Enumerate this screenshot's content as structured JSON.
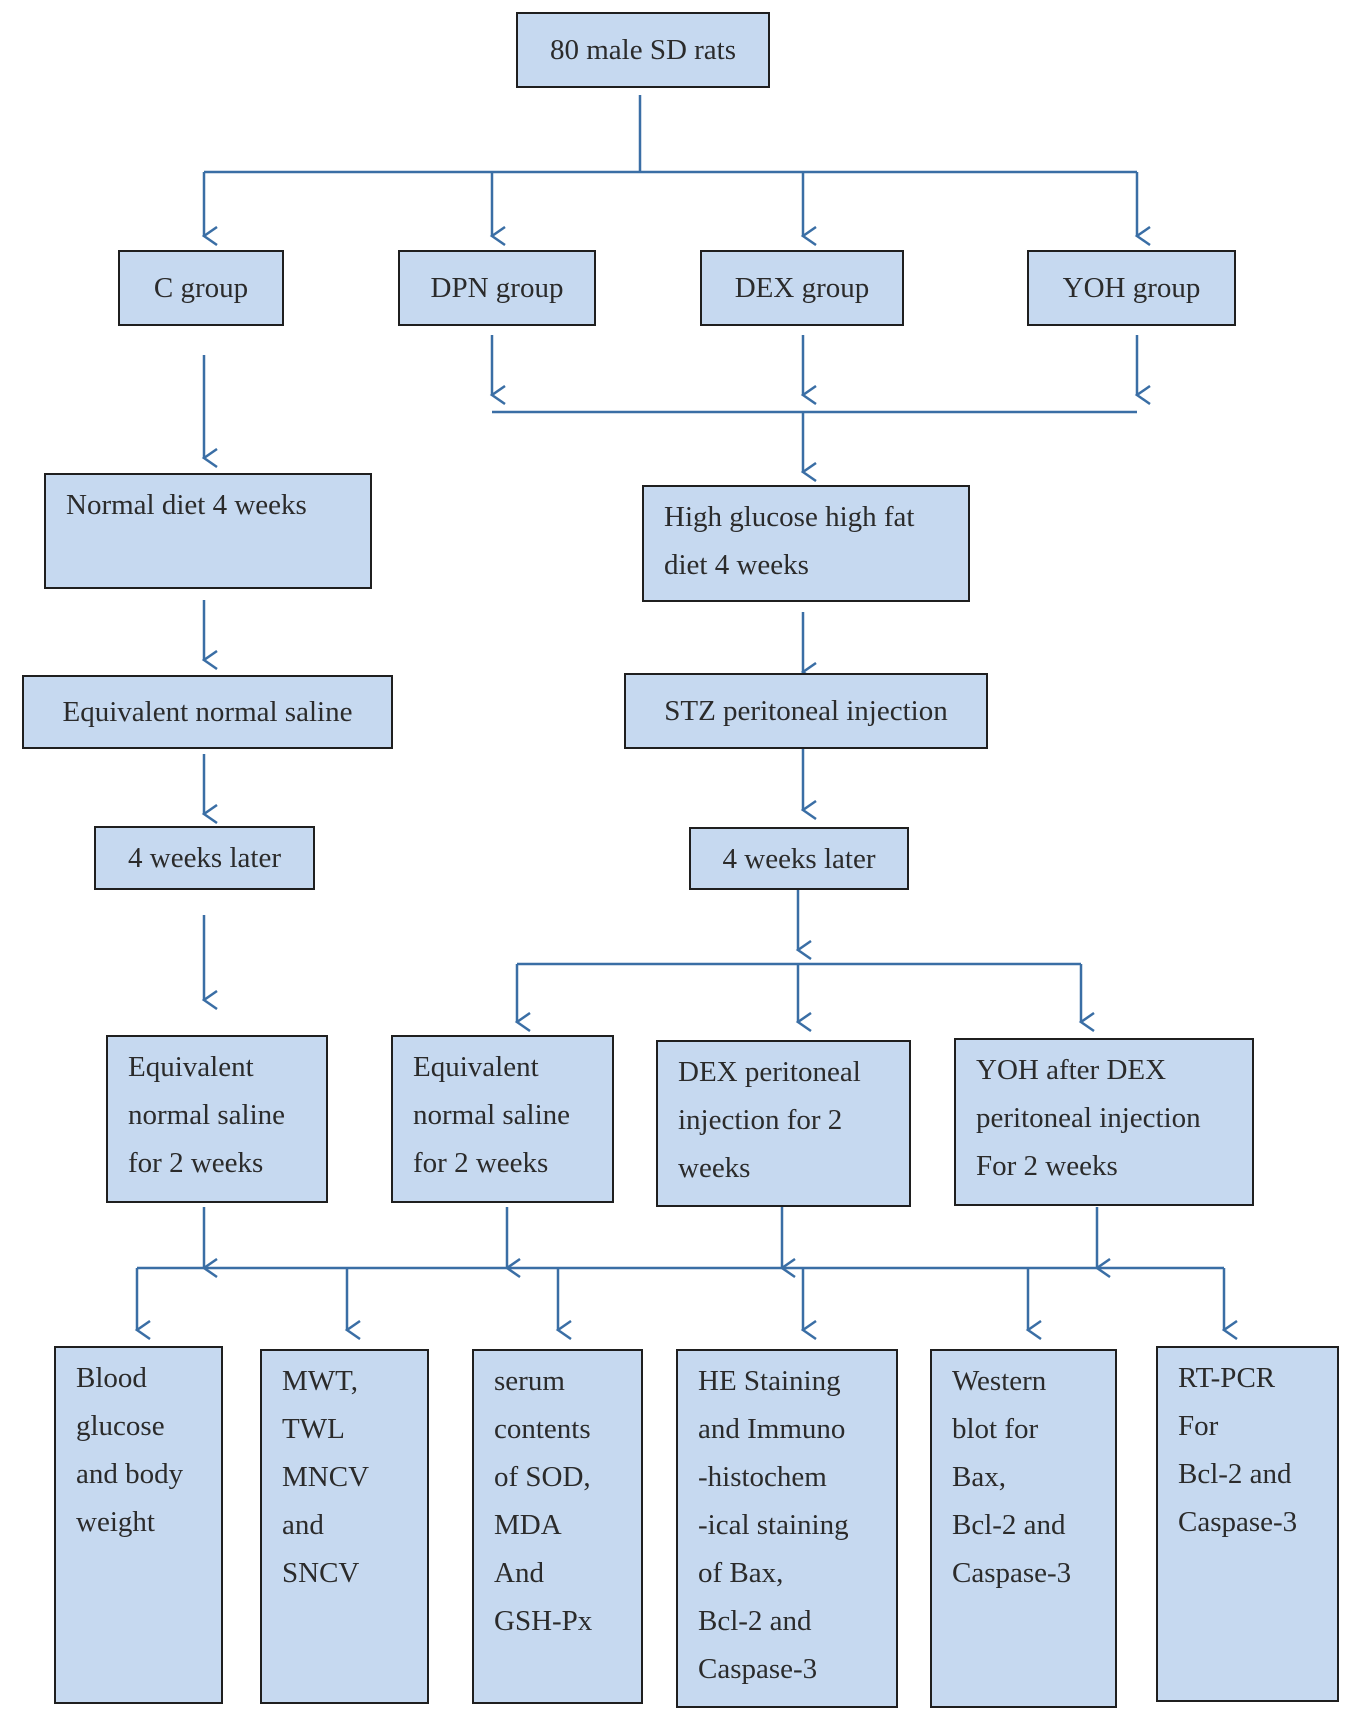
{
  "colors": {
    "box_fill": "#c6d9f0",
    "box_border": "#1f1f1f",
    "arrow": "#3a6ea5",
    "text": "#2b2b2b"
  },
  "nodes": {
    "root": "80 male SD rats",
    "groups": {
      "c": "C group",
      "dpn": "DPN group",
      "dex": "DEX group",
      "yoh": "YOH group"
    },
    "control_branch": {
      "diet": "Normal diet 4 weeks",
      "saline": "Equivalent normal saline",
      "wait": "4 weeks later",
      "treatment": "Equivalent\nnormal saline\nfor 2 weeks"
    },
    "model_branch": {
      "diet": "High glucose high fat\ndiet 4 weeks",
      "injection": "STZ peritoneal injection",
      "wait": "4 weeks later",
      "dpn_treatment": "Equivalent\nnormal saline\nfor 2 weeks",
      "dex_treatment": "DEX peritoneal\ninjection for 2\nweeks",
      "yoh_treatment": "YOH after DEX\nperitoneal injection\nFor 2 weeks"
    },
    "outcomes": {
      "glucose": "Blood\nglucose\nand body\nweight",
      "behavior": "MWT,\nTWL\nMNCV\nand\nSNCV",
      "serum": "serum\ncontents\nof SOD,\nMDA\nAnd\nGSH-Px",
      "he": "HE Staining\nand Immuno\n-histochem\n-ical staining\nof Bax,\nBcl-2 and\nCaspase-3",
      "western": "Western\nblot for\nBax,\nBcl-2 and\nCaspase-3",
      "pcr": "RT-PCR\nFor\nBcl-2 and\nCaspase-3"
    }
  }
}
